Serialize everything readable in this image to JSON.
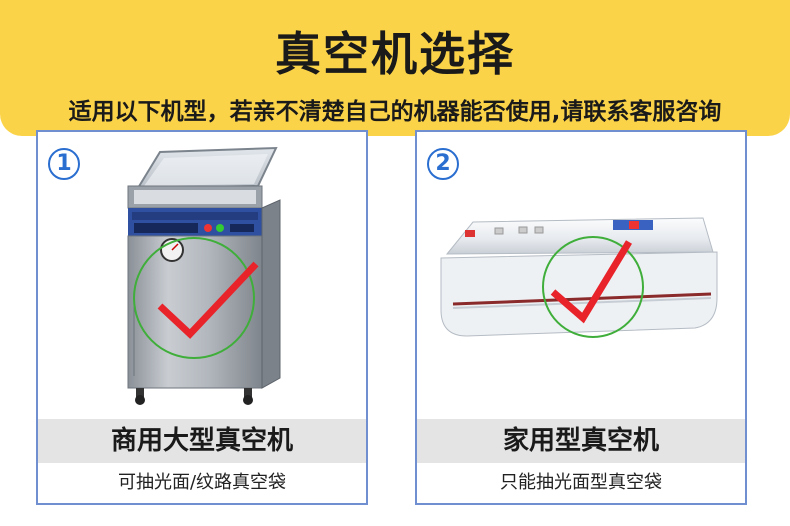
{
  "header": {
    "title": "真空机选择",
    "subtitle": "适用以下机型，若亲不清楚自己的机器能否使用,请联系客服咨询"
  },
  "cards": [
    {
      "number": "1",
      "name": "商用大型真空机",
      "desc": "可抽光面/纹路真空袋"
    },
    {
      "number": "2",
      "name": "家用型真空机",
      "desc": "只能抽光面型真空袋"
    }
  ],
  "colors": {
    "banner": "#fbd349",
    "card_border": "#6f8fd0",
    "number": "#2a6ed0",
    "check": "#e8232a",
    "circle": "#3fae3a"
  }
}
